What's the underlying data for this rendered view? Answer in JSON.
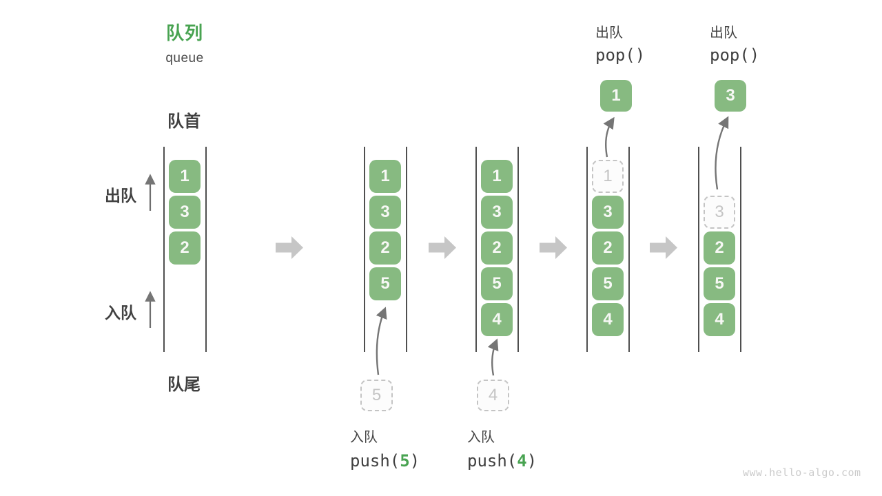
{
  "header": {
    "title_zh": "队列",
    "title_en": "queue"
  },
  "side_labels": {
    "front": "队首",
    "rear": "队尾",
    "dequeue": "出队",
    "enqueue": "入队"
  },
  "stages": [
    {
      "cells": [
        {
          "v": "1"
        },
        {
          "v": "3"
        },
        {
          "v": "2"
        }
      ]
    },
    {
      "cells": [
        {
          "v": "1"
        },
        {
          "v": "3"
        },
        {
          "v": "2"
        },
        {
          "v": "5"
        }
      ],
      "staged_value": "5",
      "op": {
        "zh": "入队",
        "fn": "push(",
        "arg": "5",
        "close": ")"
      }
    },
    {
      "cells": [
        {
          "v": "1"
        },
        {
          "v": "3"
        },
        {
          "v": "2"
        },
        {
          "v": "5"
        },
        {
          "v": "4"
        }
      ],
      "staged_value": "4",
      "op": {
        "zh": "入队",
        "fn": "push(",
        "arg": "4",
        "close": ")"
      }
    },
    {
      "cells": [
        {
          "v": "1",
          "ghost": true
        },
        {
          "v": "3"
        },
        {
          "v": "2"
        },
        {
          "v": "5"
        },
        {
          "v": "4"
        }
      ],
      "popped_value": "1",
      "op": {
        "zh": "出队",
        "code": "pop()"
      }
    },
    {
      "cells": [
        {
          "v": "3",
          "ghost": true
        },
        {
          "v": "2"
        },
        {
          "v": "5"
        },
        {
          "v": "4"
        }
      ],
      "popped_value": "3",
      "op": {
        "zh": "出队",
        "code": "pop()"
      }
    }
  ],
  "watermark": "www.hello-algo.com",
  "colors": {
    "box_green": "#87BA81",
    "accent_green": "#48A351",
    "ghost_gray": "#C4C4C4",
    "thin_arrow_gray": "#757575",
    "block_arrow_gray": "#C6C6C6",
    "rail_gray": "#4f4f4f",
    "text_dark": "#414141"
  }
}
